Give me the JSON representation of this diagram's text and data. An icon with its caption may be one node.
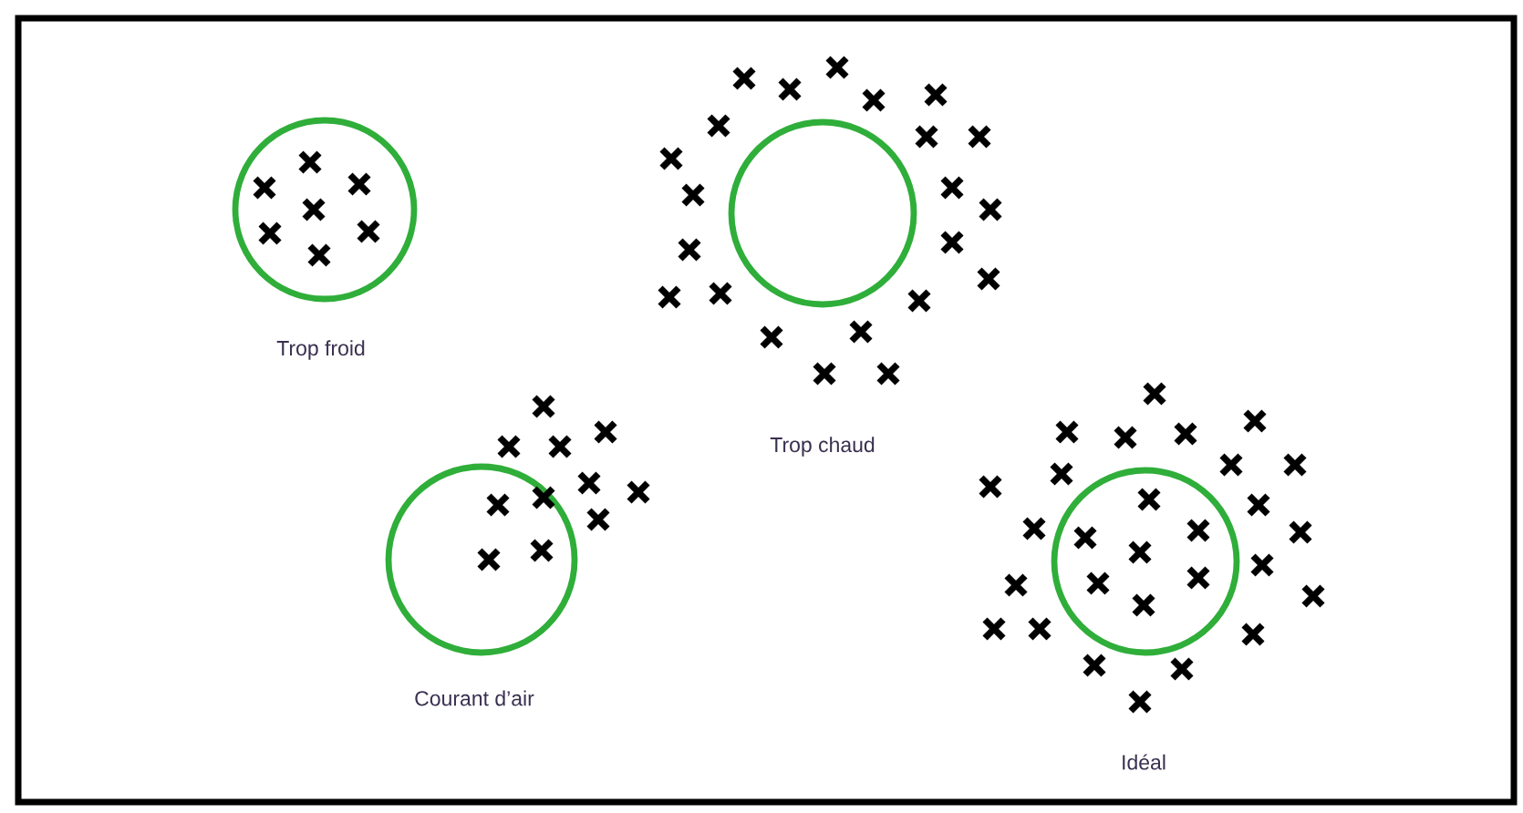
{
  "diagram": {
    "labels": [
      "Trop froid",
      "Trop chaud",
      "Courant d’air",
      "Idéal"
    ]
  }
}
